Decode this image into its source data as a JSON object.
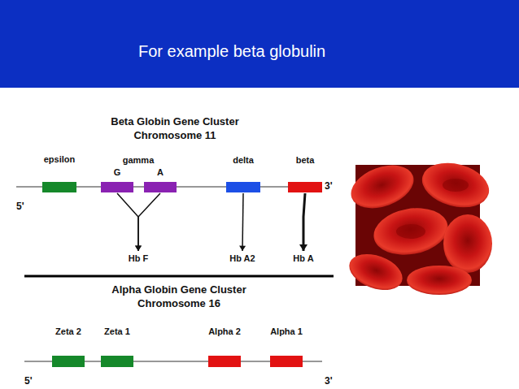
{
  "diagram": {
    "title": "For example beta globulin",
    "nodes": [
      {
        "text": [
          "epsilon"
        ]
      },
      {
        "text": [
          "G"
        ]
      },
      {
        "text": [
          "A"
        ]
      },
      {
        "text": [
          "delta"
        ]
      },
      {
        "text": [
          "beta"
        ]
      },
      {
        "text": [
          "Hb F"
        ]
      },
      {
        "text": [
          "Hb A2"
        ]
      },
      {
        "text": [
          "Hb A"
        ]
      },
      {
        "text": [
          "Zeta 2"
        ]
      },
      {
        "text": [
          "Zeta 1"
        ]
      },
      {
        "text": [
          "Alpha 2"
        ]
      },
      {
        "text": [
          "Alpha 1"
        ]
      }
    ],
    "edges": [
      {
        "from": 1,
        "to": 5,
        "arrow": "to"
      },
      {
        "from": 2,
        "to": 5,
        "arrow": "to"
      },
      {
        "from": 3,
        "to": 6,
        "arrow": "to"
      },
      {
        "from": 4,
        "to": 7,
        "arrow": "to"
      }
    ],
    "labels": [
      "Beta Globin Gene Cluster",
      "Chromosome 11",
      "gamma",
      "5'",
      "3'",
      "Alpha Globin Gene Cluster",
      "Chromosome 16",
      "5'",
      "3'"
    ]
  }
}
